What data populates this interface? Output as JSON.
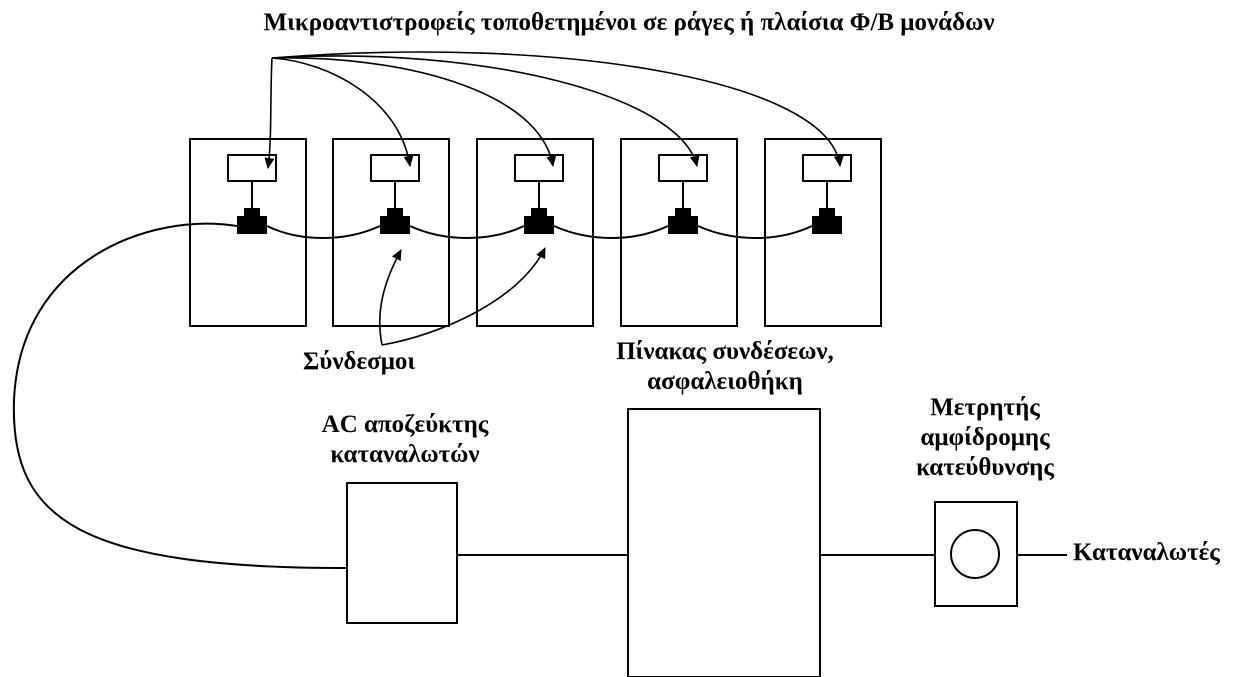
{
  "labels": {
    "title": "Μικροαντιστροφείς τοποθετημένοι σε ράγες ή πλαίσια Φ/Β μονάδων",
    "connectors": "Σύνδεσμοι",
    "panel_line1": "Πίνακας συνδέσεων,",
    "panel_line2": "ασφαλειοθήκη",
    "ac_line1": "AC αποζεύκτης",
    "ac_line2": "καταναλωτών",
    "meter_line1": "Μετρητής",
    "meter_line2": "αμφίδρομης",
    "meter_line3": "κατεύθυνσης",
    "consumers": "Καταναλωτές"
  },
  "modules": [
    {
      "id": 1
    },
    {
      "id": 2
    },
    {
      "id": 3
    },
    {
      "id": 4
    },
    {
      "id": 5
    }
  ],
  "colors": {
    "stroke": "#000000",
    "background": "#ffffff"
  }
}
